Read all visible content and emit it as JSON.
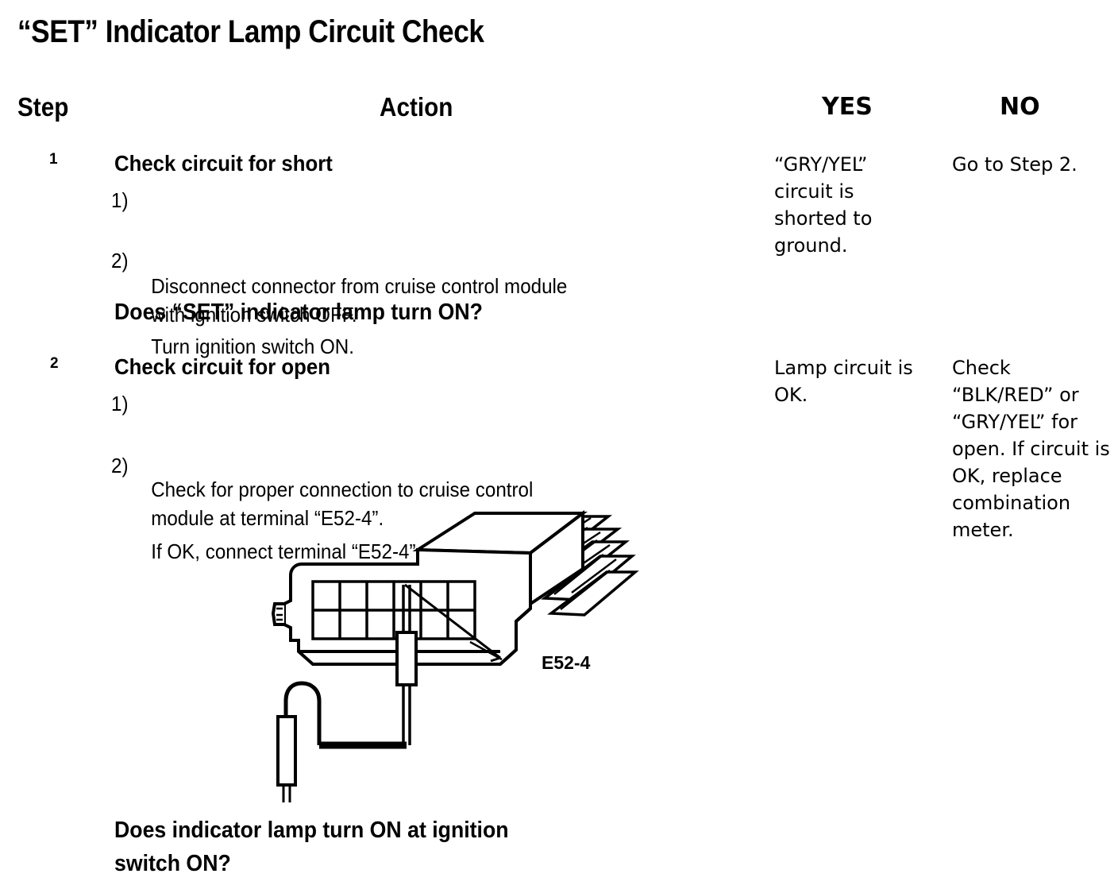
{
  "page": {
    "title": "“SET” Indicator Lamp Circuit Check",
    "background_color": "#ffffff",
    "ink_color": "#000000"
  },
  "table": {
    "headers": {
      "step": "Step",
      "action": "Action",
      "yes": "YES",
      "no": "NO"
    },
    "rows": [
      {
        "number": "1",
        "action_title": "Check circuit for short",
        "substeps": [
          {
            "marker": "1)",
            "text": "Disconnect connector from cruise control module\nwith ignition switch OFF."
          },
          {
            "marker": "2)",
            "text": "Turn ignition switch ON."
          }
        ],
        "question": "Does “SET” indicator lamp turn ON?",
        "yes": "“GRY/YEL” circuit is shorted to ground.",
        "no": "Go to Step 2."
      },
      {
        "number": "2",
        "action_title": "Check circuit for open",
        "substeps": [
          {
            "marker": "1)",
            "text": "Check for proper connection to cruise control\nmodule at terminal “E52-4”."
          },
          {
            "marker": "2)",
            "text": "If OK, connect terminal “E52-4” to ground."
          }
        ],
        "question": "Does indicator lamp turn ON at ignition\nswitch ON?",
        "yes": "Lamp circuit is OK.",
        "no": "Check “BLK/RED” or “GRY/YEL” for open. If circuit is OK, replace combination meter."
      }
    ]
  },
  "figure": {
    "name": "connector-terminal-ground-test-illustration",
    "terminal_label": "E52-4",
    "connector": {
      "pin_grid_columns": 6,
      "pin_grid_rows": 2,
      "probed_pin_column": 4,
      "probed_pin_row": 1
    },
    "parts": [
      "wire-harness-bundle",
      "connector-housing",
      "pin-grid",
      "locking-tab",
      "test-probe",
      "test-lead-wire",
      "ground-point"
    ]
  }
}
